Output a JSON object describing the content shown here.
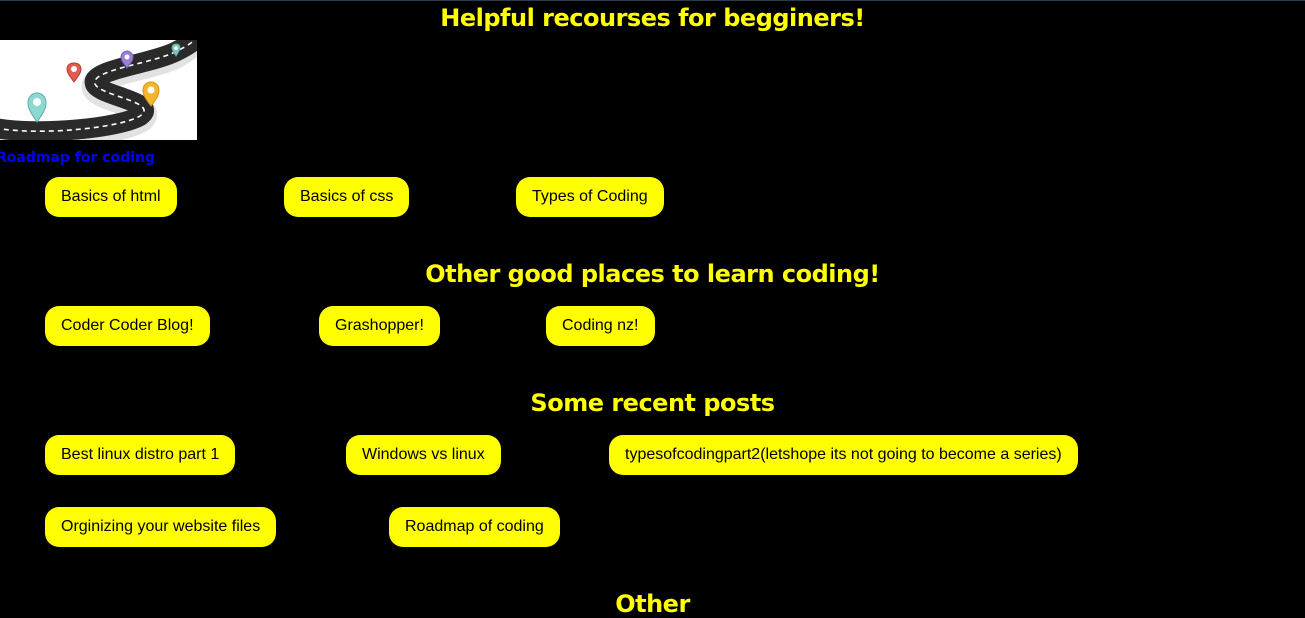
{
  "headings": {
    "main": "Helpful recourses for begginers!",
    "other_places": "Other good places to learn coding!",
    "recent": "Some recent posts",
    "other": "Other"
  },
  "roadmap": {
    "icon": "road-map-image",
    "caption": "Roadmap for coding"
  },
  "beginner_links": [
    "Basics of html",
    "Basics of css",
    "Types of Coding"
  ],
  "learning_sites": [
    "Coder Coder Blog!",
    "Grashopper!",
    "Coding nz!"
  ],
  "recent_posts": [
    "Best linux distro part 1",
    "Windows vs linux",
    "typesofcodingpart2(letshope its not going to become a series)",
    "Orginizing your website files",
    "Roadmap of coding"
  ],
  "colors": {
    "background": "#000000",
    "accent": "#ffff00",
    "caption": "#0000ff"
  }
}
